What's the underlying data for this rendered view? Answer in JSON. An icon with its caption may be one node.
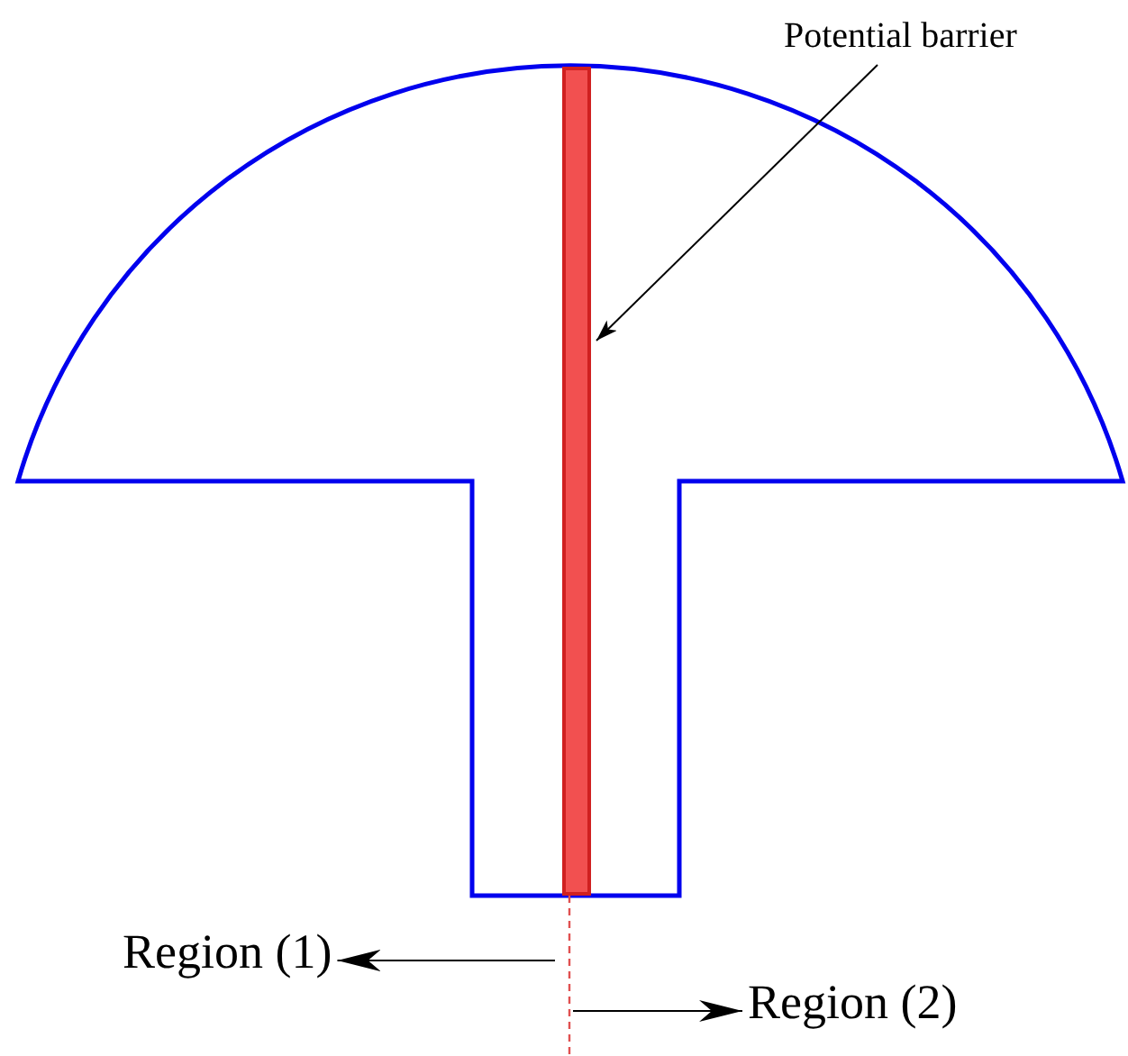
{
  "diagram": {
    "nodes": [
      {
        "text": [
          "Potential barrier"
        ]
      },
      {
        "text": [],
        "shape": "bar"
      },
      {
        "text": [
          "Region (1)"
        ]
      },
      {
        "text": [
          "Region (2)"
        ]
      }
    ],
    "edges": [
      {
        "from": 0,
        "to": 1,
        "arrow": "to"
      },
      {
        "from": null,
        "to": 2,
        "arrow": "to"
      },
      {
        "from": null,
        "to": 3,
        "arrow": "to"
      }
    ]
  }
}
